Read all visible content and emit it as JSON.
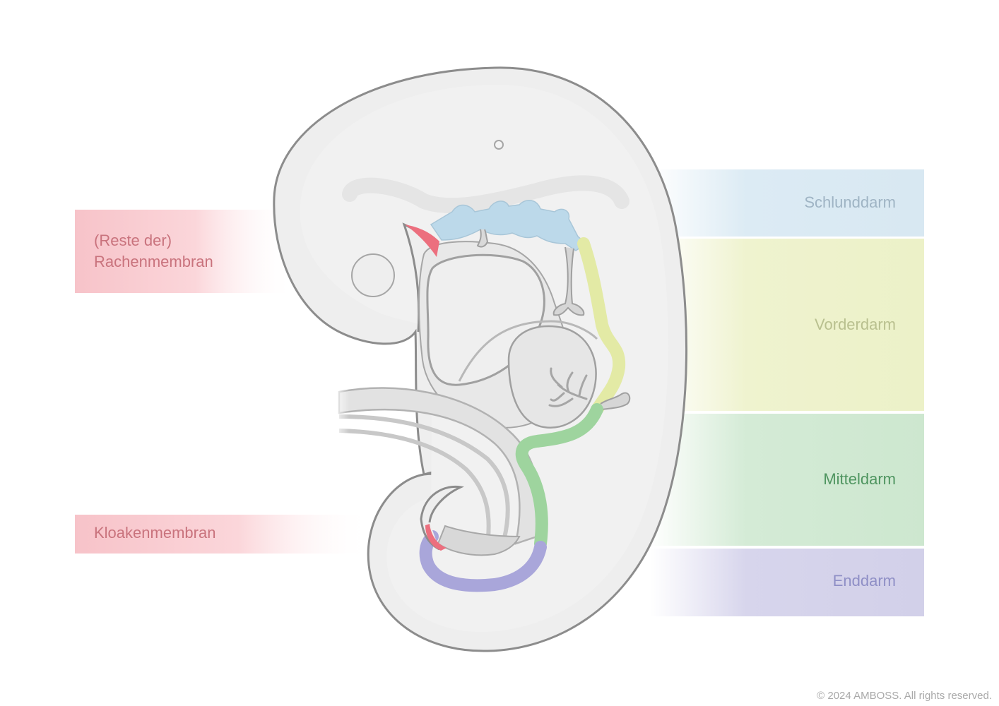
{
  "labels_left": [
    {
      "id": "rachenmembran",
      "lines": [
        "(Reste der)",
        "Rachenmembran"
      ]
    },
    {
      "id": "kloakenmembran",
      "lines": [
        "Kloakenmembran"
      ]
    }
  ],
  "labels_right": [
    {
      "id": "schlunddarm",
      "text": "Schlunddarm",
      "color": "#9fb4c4"
    },
    {
      "id": "vorderdarm",
      "text": "Vorderdarm",
      "color": "#b9c08f"
    },
    {
      "id": "mitteldarm",
      "text": "Mitteldarm",
      "color": "#4f9560"
    },
    {
      "id": "enddarm",
      "text": "Enddarm",
      "color": "#8f8fc6"
    }
  ],
  "colors": {
    "pharynx": "#bcd9ea",
    "foregut": "#e3eaa5",
    "midgut": "#9ed49e",
    "hindgut": "#a9a6da",
    "membrane": "#ec6f7e",
    "body": "#eeeeee",
    "outline": "#8c8c8c"
  },
  "copyright": "© 2024 AMBOSS. All rights reserved."
}
